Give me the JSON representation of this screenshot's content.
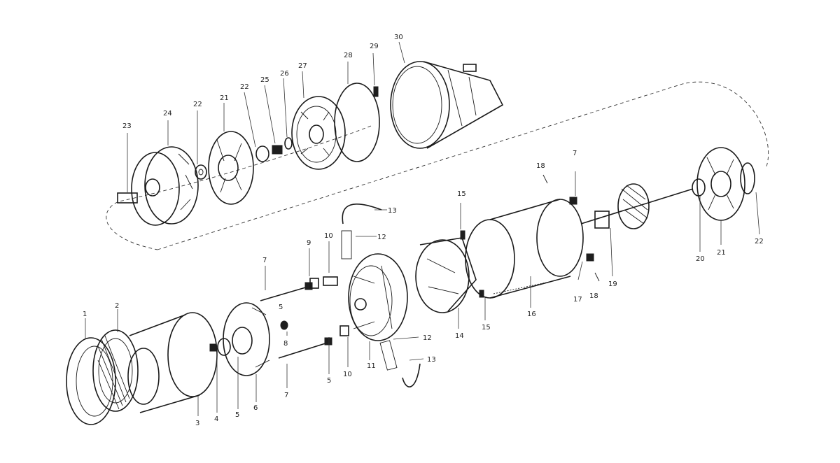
{
  "callouts": [
    {
      "id": "c1",
      "text": "1"
    },
    {
      "id": "c2",
      "text": "2"
    },
    {
      "id": "c3",
      "text": "3"
    },
    {
      "id": "c4",
      "text": "4"
    },
    {
      "id": "c5a",
      "text": "5"
    },
    {
      "id": "c5b",
      "text": "5"
    },
    {
      "id": "c5c",
      "text": "5"
    },
    {
      "id": "c6",
      "text": "6"
    },
    {
      "id": "c7a",
      "text": "7"
    },
    {
      "id": "c7b",
      "text": "7"
    },
    {
      "id": "c7c",
      "text": "7"
    },
    {
      "id": "c8",
      "text": "8"
    },
    {
      "id": "c9",
      "text": "9"
    },
    {
      "id": "c10a",
      "text": "10"
    },
    {
      "id": "c10b",
      "text": "10"
    },
    {
      "id": "c11",
      "text": "11"
    },
    {
      "id": "c12a",
      "text": "12"
    },
    {
      "id": "c12b",
      "text": "12"
    },
    {
      "id": "c13a",
      "text": "13"
    },
    {
      "id": "c13b",
      "text": "13"
    },
    {
      "id": "c14",
      "text": "14"
    },
    {
      "id": "c15a",
      "text": "15"
    },
    {
      "id": "c15b",
      "text": "15"
    },
    {
      "id": "c16",
      "text": "16"
    },
    {
      "id": "c17",
      "text": "17"
    },
    {
      "id": "c18a",
      "text": "18"
    },
    {
      "id": "c18b",
      "text": "18"
    },
    {
      "id": "c19",
      "text": "19"
    },
    {
      "id": "c20",
      "text": "20"
    },
    {
      "id": "c21a",
      "text": "21"
    },
    {
      "id": "c21b",
      "text": "21"
    },
    {
      "id": "c22a",
      "text": "22"
    },
    {
      "id": "c22b",
      "text": "22"
    },
    {
      "id": "c22c",
      "text": "22"
    },
    {
      "id": "c23",
      "text": "23"
    },
    {
      "id": "c24",
      "text": "24"
    },
    {
      "id": "c25",
      "text": "25"
    },
    {
      "id": "c26",
      "text": "26"
    },
    {
      "id": "c27",
      "text": "27"
    },
    {
      "id": "c28",
      "text": "28"
    },
    {
      "id": "c29",
      "text": "29"
    },
    {
      "id": "c30",
      "text": "30"
    }
  ]
}
